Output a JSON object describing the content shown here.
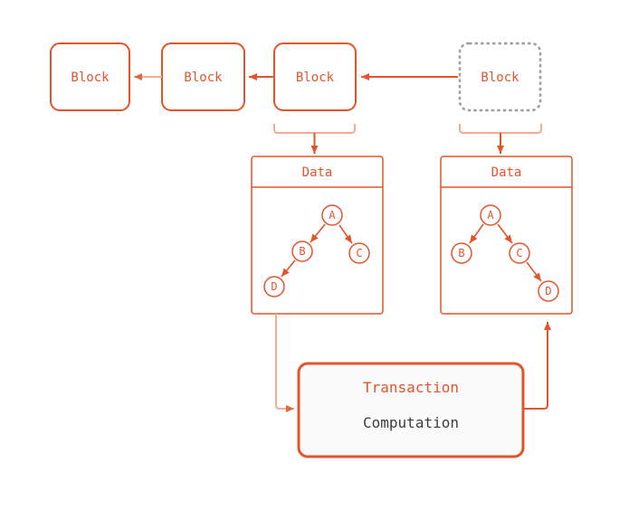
{
  "diagram": {
    "background_color": "#FFFFFF",
    "colors": {
      "primary_orange": "#E5532B",
      "faded_orange": "#F4AB94",
      "faded_arrowhead_orange": "#E4683E",
      "pending_block_border_gray": "#9E9E9E",
      "computation_text_gray": "#3C3C3C",
      "transaction_fill": "#FAFAFA"
    },
    "chain": {
      "blocks": [
        {
          "label": "Block",
          "border": "solid"
        },
        {
          "label": "Block",
          "border": "solid"
        },
        {
          "label": "Block",
          "border": "solid"
        },
        {
          "label": "Block",
          "border": "dashed"
        }
      ],
      "link_direction": "right-to-left"
    },
    "data_panels": [
      {
        "title": "Data",
        "tree": {
          "nodes": [
            "A",
            "B",
            "C",
            "D"
          ],
          "edges": [
            [
              "A",
              "B"
            ],
            [
              "A",
              "C"
            ],
            [
              "B",
              "D"
            ]
          ]
        }
      },
      {
        "title": "Data",
        "tree": {
          "nodes": [
            "A",
            "B",
            "C",
            "D"
          ],
          "edges": [
            [
              "A",
              "B"
            ],
            [
              "A",
              "C"
            ],
            [
              "C",
              "D"
            ]
          ]
        }
      }
    ],
    "transaction": {
      "title": "Transaction",
      "body": "Computation"
    }
  }
}
